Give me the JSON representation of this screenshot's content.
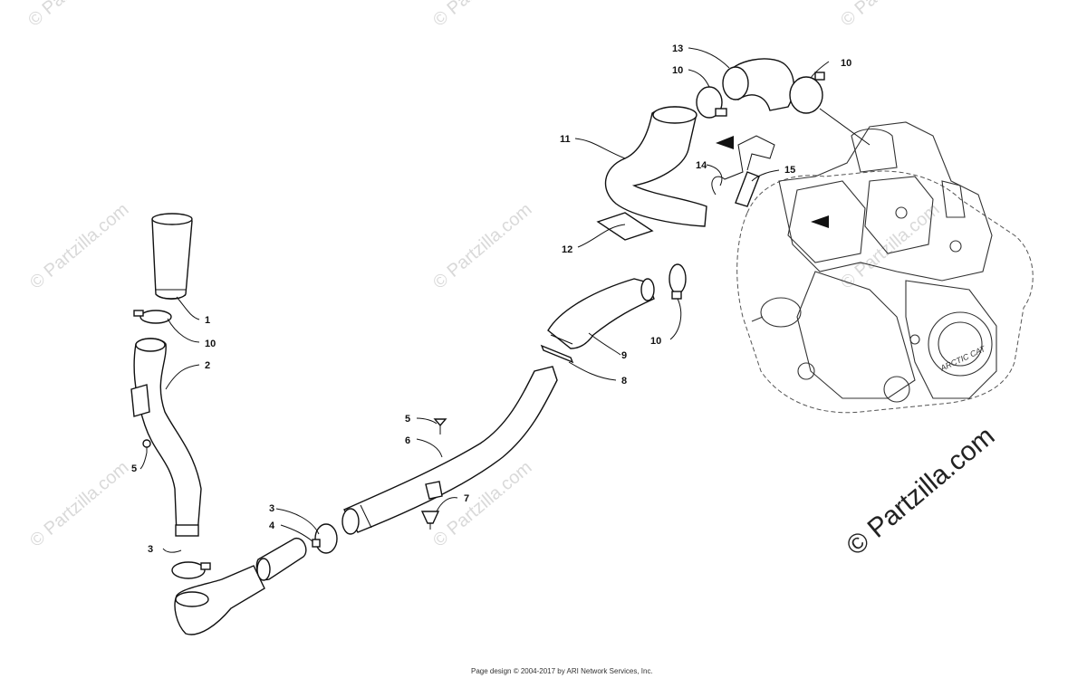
{
  "callouts": {
    "c1": "1",
    "c10a": "10",
    "c2": "2",
    "c5a": "5",
    "c3a": "3",
    "c4": "4",
    "c3b": "3",
    "c5b": "5",
    "c6": "6",
    "c7": "7",
    "c8": "8",
    "c9": "9",
    "c10b": "10",
    "c11": "11",
    "c12": "12",
    "c13": "13",
    "c10c": "10",
    "c10d": "10",
    "c14": "14",
    "c15": "15"
  },
  "watermark": {
    "text": "© Partzilla.com",
    "big_text": "© Partzilla.com"
  },
  "engine_label": "ARCTIC CAT",
  "footer": {
    "credit": "Page design © 2004-2017 by ARI Network Services, Inc."
  },
  "colors": {
    "ink": "#111111",
    "watermark": "#d9d9d9",
    "background": "#ffffff"
  }
}
